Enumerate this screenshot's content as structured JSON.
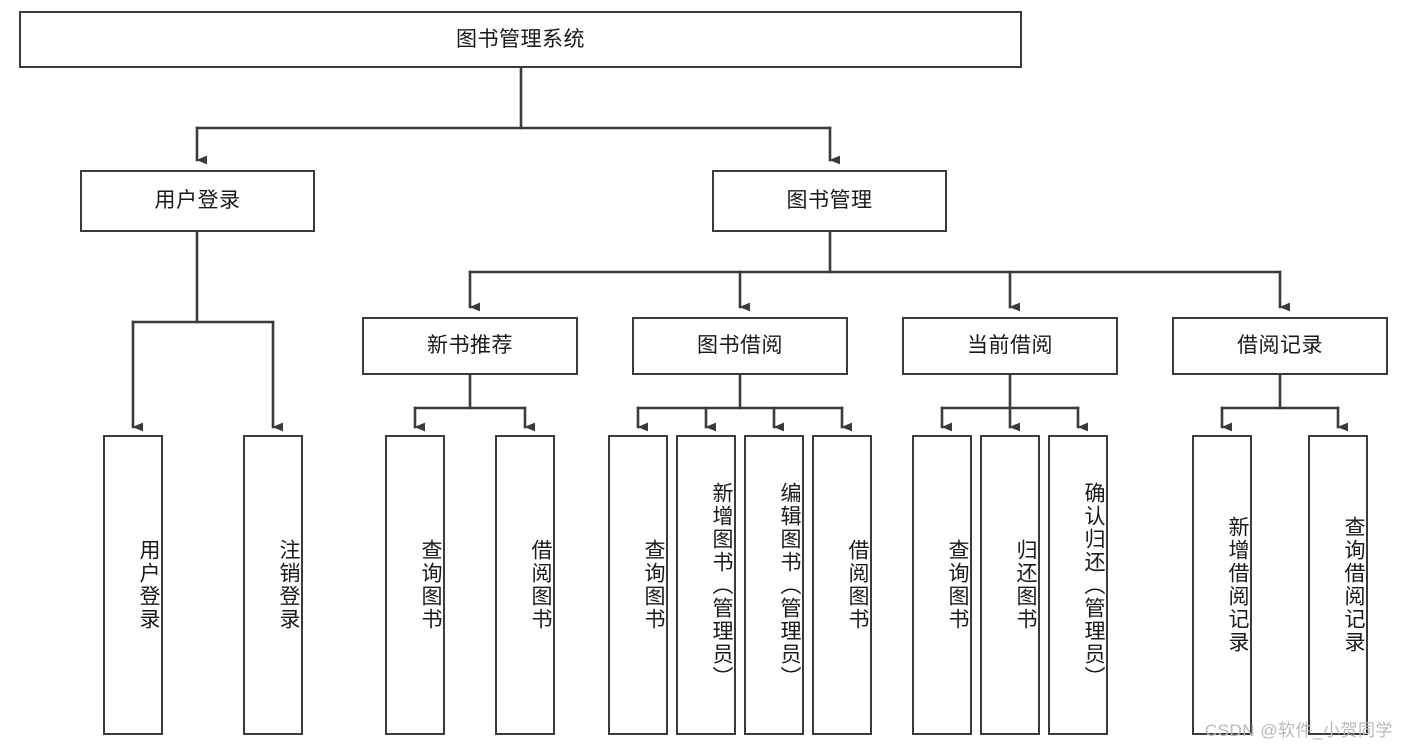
{
  "diagram": {
    "title": "图书管理系统",
    "type": "function-structure-tree",
    "root": {
      "id": "root",
      "label": "图书管理系统"
    },
    "level2": [
      {
        "id": "user-login",
        "label": "用户登录"
      },
      {
        "id": "book-manage",
        "label": "图书管理"
      }
    ],
    "level3": [
      {
        "id": "new-book-recommend",
        "label": "新书推荐",
        "parent": "book-manage"
      },
      {
        "id": "book-borrow",
        "label": "图书借阅",
        "parent": "book-manage"
      },
      {
        "id": "current-borrow",
        "label": "当前借阅",
        "parent": "book-manage"
      },
      {
        "id": "borrow-record",
        "label": "借阅记录",
        "parent": "book-manage"
      }
    ],
    "leaves": [
      {
        "id": "leaf-user-login",
        "label": "用户登录",
        "parent": "user-login"
      },
      {
        "id": "leaf-logout-login",
        "label": "注销登录",
        "parent": "user-login"
      },
      {
        "id": "leaf-query-book-1",
        "label": "查询图书",
        "parent": "new-book-recommend"
      },
      {
        "id": "leaf-borrow-book-1",
        "label": "借阅图书",
        "parent": "new-book-recommend"
      },
      {
        "id": "leaf-query-book-2",
        "label": "查询图书",
        "parent": "book-borrow"
      },
      {
        "id": "leaf-add-book",
        "label": "新增图书（管理员）",
        "parent": "book-borrow"
      },
      {
        "id": "leaf-edit-book",
        "label": "编辑图书（管理员）",
        "parent": "book-borrow"
      },
      {
        "id": "leaf-borrow-book-2",
        "label": "借阅图书",
        "parent": "book-borrow"
      },
      {
        "id": "leaf-query-book-3",
        "label": "查询图书",
        "parent": "current-borrow"
      },
      {
        "id": "leaf-return-book",
        "label": "归还图书",
        "parent": "current-borrow"
      },
      {
        "id": "leaf-confirm-return",
        "label": "确认归还（管理员）",
        "parent": "current-borrow"
      },
      {
        "id": "leaf-add-record",
        "label": "新增借阅记录",
        "parent": "borrow-record"
      },
      {
        "id": "leaf-query-record",
        "label": "查询借阅记录",
        "parent": "borrow-record"
      }
    ],
    "colors": {
      "box_border": "#3b3b3b",
      "box_fill": "#ffffff",
      "edge": "#3b3b3b",
      "text": "#1a1a1a",
      "watermark": "#b9b9b9"
    }
  },
  "watermark": {
    "text": "CSDN @软件_小贺同学"
  }
}
